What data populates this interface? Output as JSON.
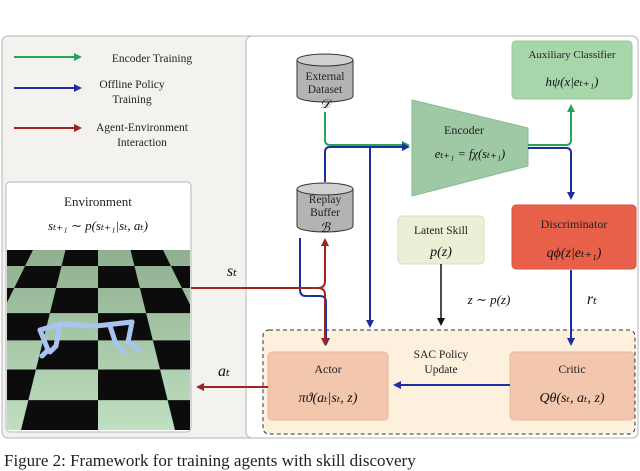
{
  "legend": {
    "encoder_training": "Encoder Training",
    "offline_policy_line1": "Offline Policy",
    "offline_policy_line2": "Training",
    "agent_env_line1": "Agent-Environment",
    "agent_env_line2": "Interaction"
  },
  "environment": {
    "title": "Environment",
    "dynamics": "sₜ₊₁ ∼ p(sₜ₊₁|sₜ, aₜ)"
  },
  "external_dataset": {
    "line1": "External",
    "line2": "Dataset",
    "symbol": "𝒟"
  },
  "replay_buffer": {
    "line1": "Replay",
    "line2": "Buffer",
    "symbol": "ℬ"
  },
  "encoder": {
    "label": "Encoder",
    "formula": "eₜ₊₁ = fχ(sₜ₊₁)"
  },
  "aux_classifier": {
    "label": "Auxiliary Classifier",
    "formula": "hψ(x|eₜ₊₁)"
  },
  "discriminator": {
    "label": "Discriminator",
    "formula": "qϕ(z|eₜ₊₁)"
  },
  "latent_skill": {
    "label": "Latent Skill",
    "formula": "p(z)"
  },
  "skill_sample": "z ∼ p(z)",
  "reward": "rₜ",
  "state": "sₜ",
  "action": "aₜ",
  "sac": {
    "line1": "SAC Policy",
    "line2": "Update"
  },
  "actor": {
    "label": "Actor",
    "formula": "πϑ(aₜ|sₜ, z)"
  },
  "critic": {
    "label": "Critic",
    "formula": "Qθ(sₜ, aₜ, z)"
  },
  "caption": "Figure 2: Framework for training agents with skill discovery",
  "colors": {
    "green": "#27a35a",
    "blue": "#1b2f9e",
    "red": "#a0231f"
  }
}
